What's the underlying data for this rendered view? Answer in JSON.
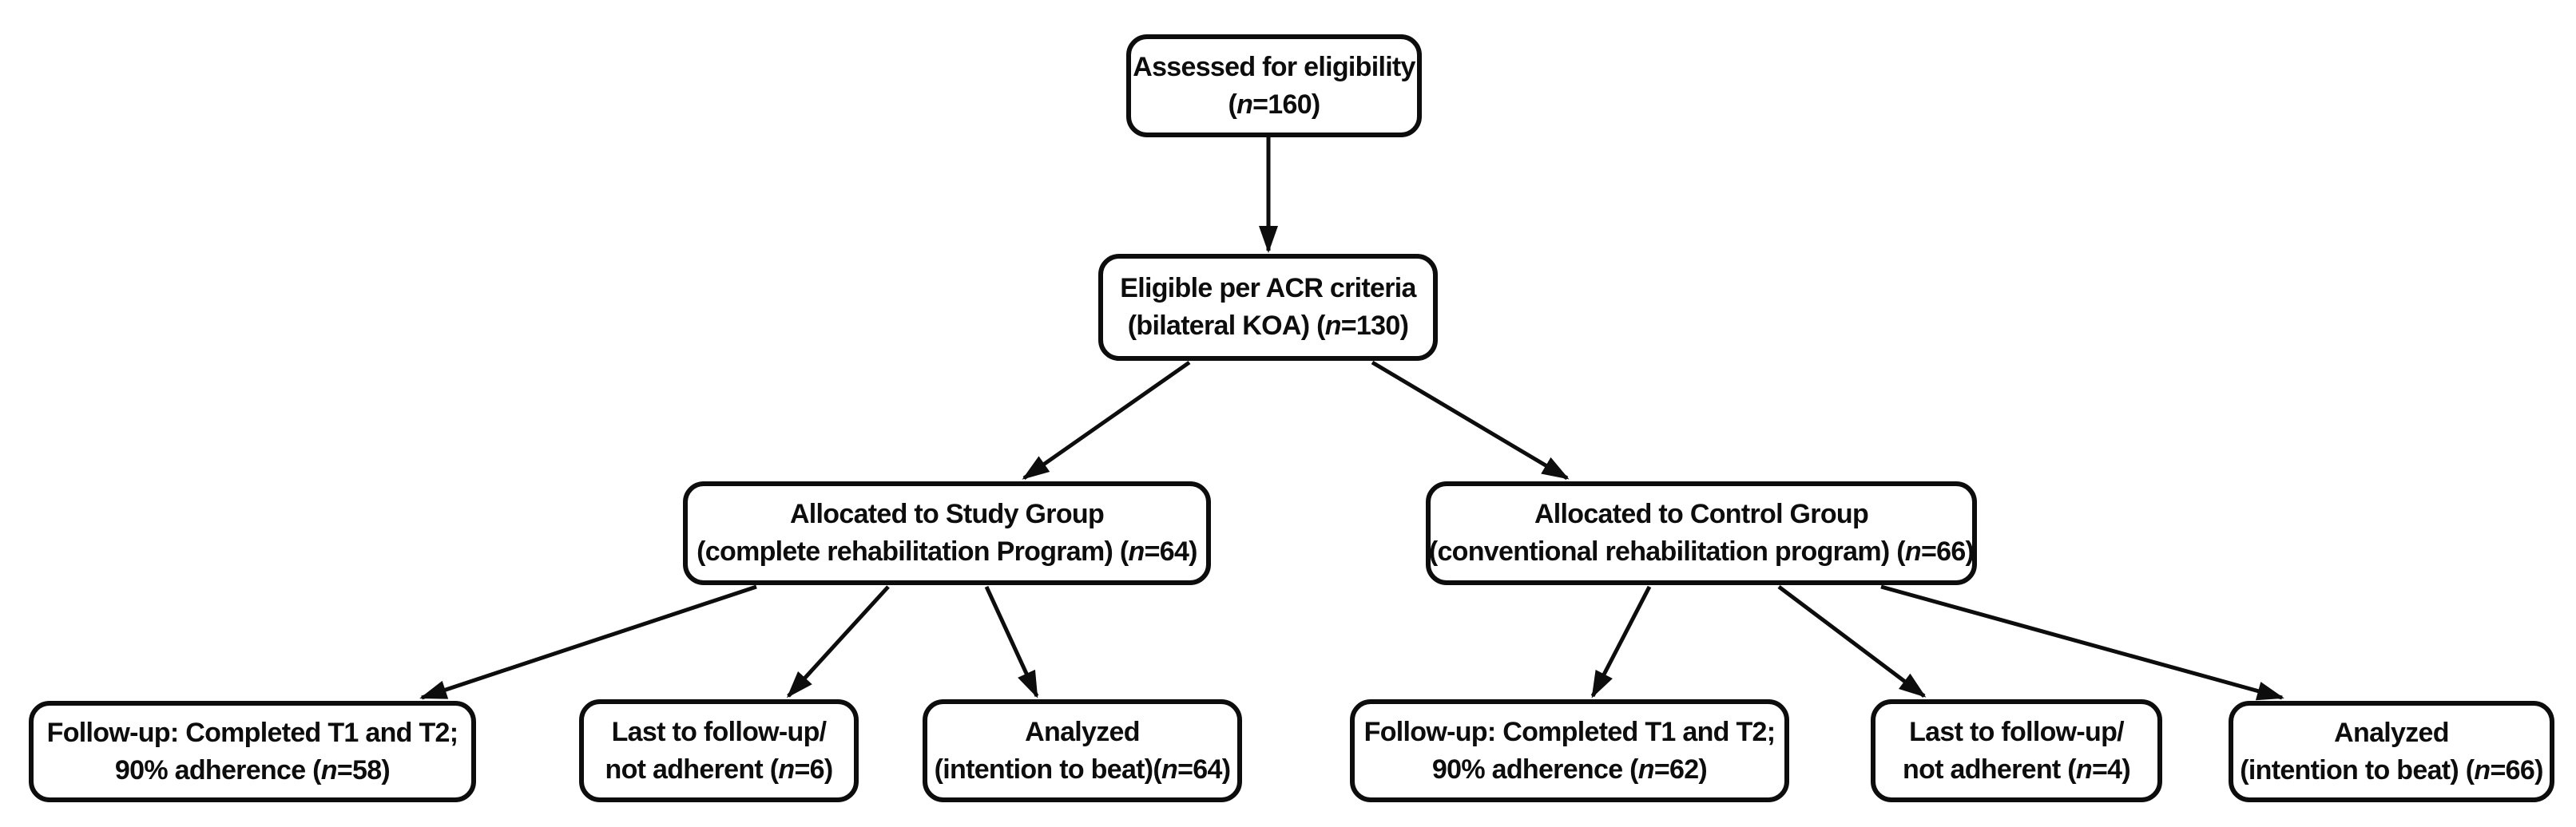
{
  "diagram": {
    "type": "study-flow-chart",
    "colors": {
      "background": "#ffffff",
      "box_fill": "#ffffff",
      "box_border": "#0d0d0d",
      "text": "#0d0d0d",
      "arrow": "#0d0d0d"
    },
    "boxes": {
      "assessed": {
        "lines": [
          "Assessed for eligibility",
          "(n=160)"
        ]
      },
      "eligible": {
        "lines": [
          "Eligible per ACR criteria",
          "(bilateral KOA) (n=130)"
        ]
      },
      "study": {
        "lines": [
          "Allocated to Study Group",
          "(complete rehabilitation Program) (n=64)"
        ]
      },
      "control": {
        "lines": [
          "Allocated to Control Group",
          "(conventional rehabilitation program) (n=66)"
        ]
      },
      "study_followup": {
        "lines": [
          "Follow-up: Completed T1 and T2;",
          "90% adherence (n=58)"
        ]
      },
      "study_lost": {
        "lines": [
          "Last to follow-up/",
          "not adherent (n=6)"
        ]
      },
      "study_analyzed": {
        "lines": [
          "Analyzed",
          "(intention to beat)(n=64)"
        ]
      },
      "control_followup": {
        "lines": [
          "Follow-up: Completed T1 and T2;",
          "90% adherence (n=62)"
        ]
      },
      "control_lost": {
        "lines": [
          "Last to follow-up/",
          "not adherent (n=4)"
        ]
      },
      "control_analyzed": {
        "lines": [
          "Analyzed",
          "(intention to beat) (n=66)"
        ]
      }
    },
    "edges": [
      {
        "from": "assessed",
        "to": "eligible"
      },
      {
        "from": "eligible",
        "to": "study"
      },
      {
        "from": "eligible",
        "to": "control"
      },
      {
        "from": "study",
        "to": "study_followup"
      },
      {
        "from": "study",
        "to": "study_lost"
      },
      {
        "from": "study",
        "to": "study_analyzed"
      },
      {
        "from": "control",
        "to": "control_followup"
      },
      {
        "from": "control",
        "to": "control_lost"
      },
      {
        "from": "control",
        "to": "control_analyzed"
      }
    ]
  }
}
